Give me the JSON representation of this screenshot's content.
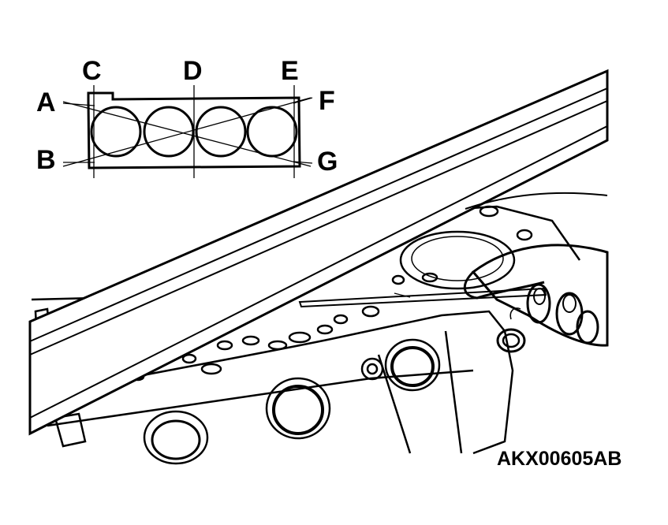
{
  "diagram": {
    "labels": {
      "a": "A",
      "b": "B",
      "c": "C",
      "d": "D",
      "e": "E",
      "f": "F",
      "g": "G"
    },
    "figure_code": "AKX00605AB"
  },
  "colors": {
    "ink": "#000000",
    "paper": "#ffffff"
  }
}
